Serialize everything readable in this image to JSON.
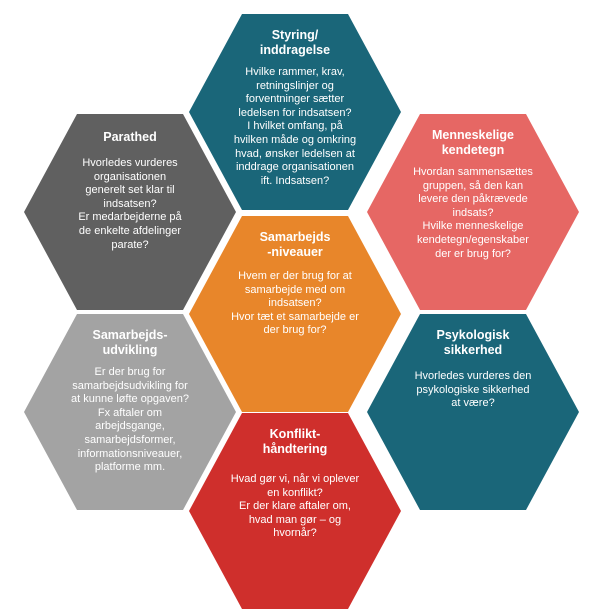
{
  "colors": {
    "teal": "#1a6679",
    "dark_gray": "#606060",
    "coral": "#e66764",
    "orange": "#e8862a",
    "light_gray": "#a3a3a3",
    "red": "#cf2f2c"
  },
  "hexagons": {
    "styring": {
      "title": "Styring/\ninddragelse",
      "body": "Hvilke rammer, krav,\nretningslinjer og\nforventninger sætter\nledelsen for indsatsen?\nI hvilket omfang, på\nhvilken måde og omkring\nhvad, ønsker ledelsen at\ninddrage organisationen\nift.  Indsatsen?"
    },
    "parathed": {
      "title": "Parathed",
      "body": "Hvorledes vurderes\norganisationen\ngenerelt set klar til\nindsatsen?\nEr medarbejderne på\nde enkelte afdelinger\nparate?"
    },
    "menneskelige": {
      "title": "Menneskelige\nkendetegn",
      "body": "Hvordan sammensættes\ngruppen, så den kan\nlevere den påkrævede\nindsats?\nHvilke menneskelige\nkendetegn/egenskaber\nder er brug for?"
    },
    "samarbejdsniveauer": {
      "title": "Samarbejds\n-niveauer",
      "body": "Hvem er der brug for at\nsamarbejde med om\nindsatsen?\nHvor tæt et samarbejde er\nder brug for?"
    },
    "samarbejdsudvikling": {
      "title": "Samarbejds-\nudvikling",
      "body": "Er der brug for\nsamarbejdsudvikling for\nat kunne løfte opgaven?\nFx aftaler om\narbejdsgange,\nsamarbejdsformer,\ninformationsniveauer,\nplatforme mm."
    },
    "psykologisk": {
      "title": "Psykologisk\nsikkerhed",
      "body": "Hvorledes vurderes den\npsykologiske sikkerhed\nat være?"
    },
    "konflikt": {
      "title": "Konflikt-\nhåndtering",
      "body": "Hvad gør vi, når vi oplever\nen konflikt?\nEr der klare aftaler om,\nhvad man gør – og\nhvornår?"
    }
  }
}
